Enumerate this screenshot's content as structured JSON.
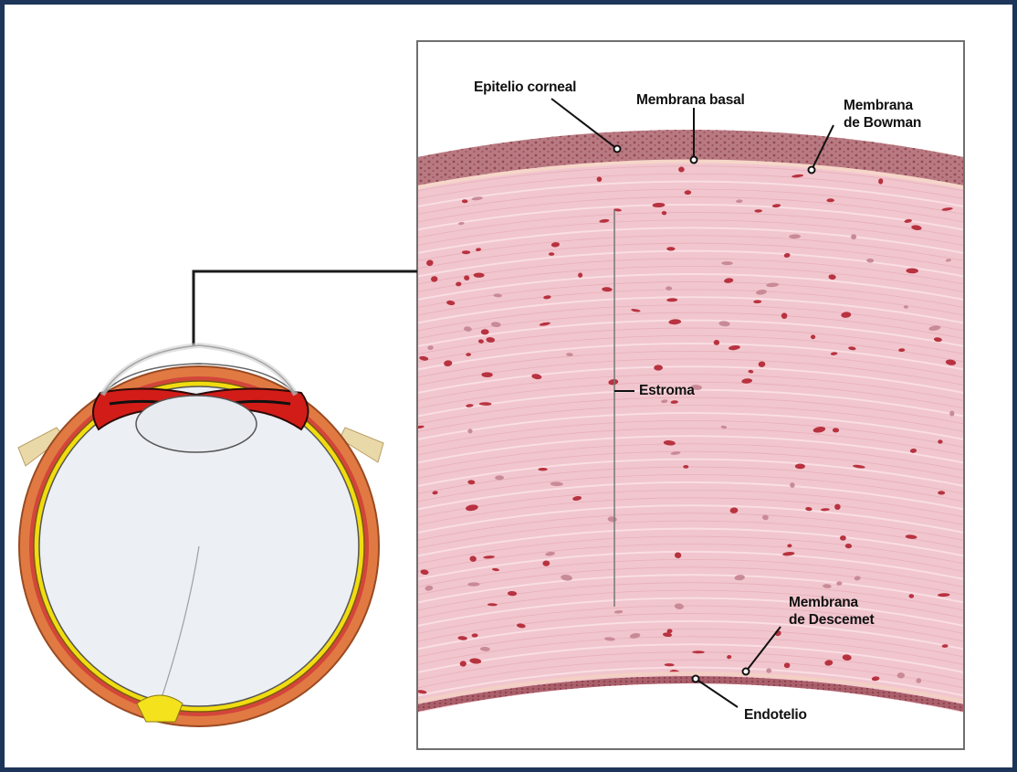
{
  "labels": {
    "epitelio": "Epitelio corneal",
    "membrana_basal": "Membrana basal",
    "bowman": "Membrana\nde Bowman",
    "estroma": "Estroma",
    "descemet": "Membrana\nde Descemet",
    "endotelio": "Endotelio"
  },
  "colors": {
    "stroma": "#f1c6ce",
    "epithelium": "#b46a74",
    "cell": "#b8323f",
    "sclera": "#e07a42",
    "choroid_yellow": "#f0dc10",
    "vitreous": "#eef0f3"
  }
}
